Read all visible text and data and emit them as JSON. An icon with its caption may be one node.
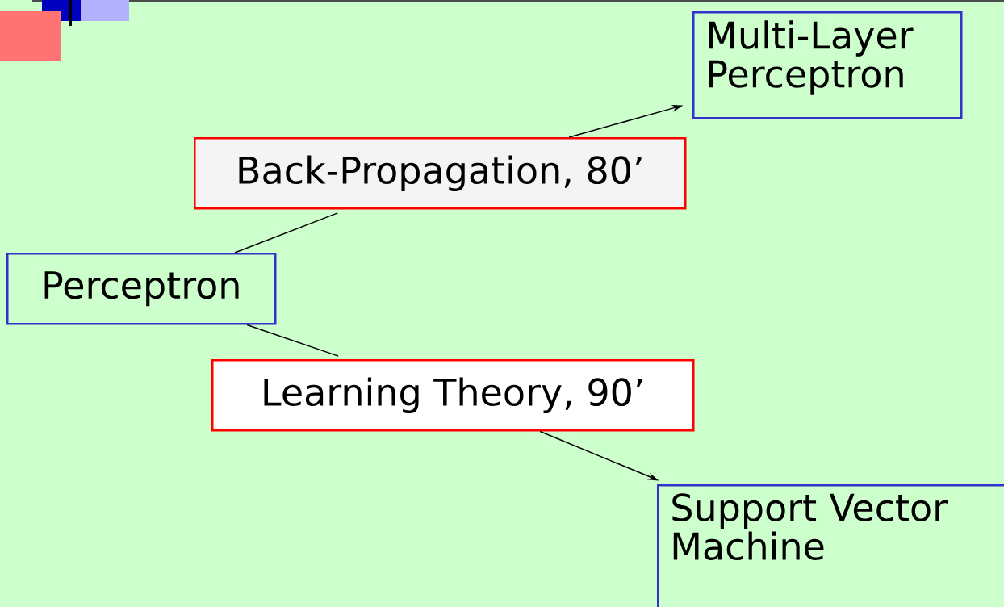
{
  "diagram": {
    "nodes": [
      {
        "text": [
          "Perceptron"
        ]
      },
      {
        "text": [
          "Back-Propagation, 80’"
        ]
      },
      {
        "text": [
          "Multi-Layer Perceptron"
        ]
      },
      {
        "text": [
          "Learning Theory, 90’"
        ]
      },
      {
        "text": [
          "Support Vector Machine"
        ]
      }
    ],
    "edges": [
      {
        "from": 0,
        "to": 1,
        "arrow": "none"
      },
      {
        "from": 1,
        "to": 2,
        "arrow": "to"
      },
      {
        "from": 0,
        "to": 3,
        "arrow": "none"
      },
      {
        "from": 3,
        "to": 4,
        "arrow": "to"
      }
    ]
  }
}
